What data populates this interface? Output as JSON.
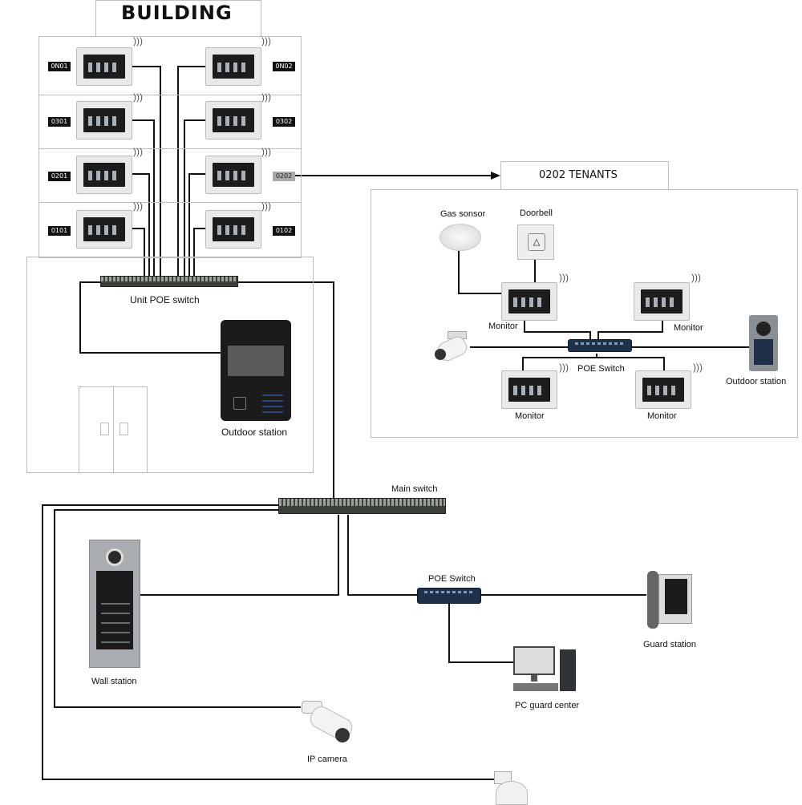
{
  "building": {
    "title": "BUILDING",
    "units": [
      "0N01",
      "0N02",
      "0301",
      "0302",
      "0201",
      "0202",
      "0101",
      "0102"
    ],
    "unit_switch_label": "Unit POE switch",
    "outdoor_label": "Outdoor station"
  },
  "tenants": {
    "title": "0202  TENANTS",
    "gas_label": "Gas sonsor",
    "doorbell_label": "Doorbell",
    "monitor_label": "Monitor",
    "poe_label": "POE Switch",
    "outdoor_label": "Outdoor station"
  },
  "network": {
    "main_switch_label": "Main switch",
    "poe_label": "POE Switch",
    "wall_label": "Wall station",
    "guard_label": "Guard station",
    "pc_label": "PC guard center",
    "ipcam_label": "IP camera"
  }
}
